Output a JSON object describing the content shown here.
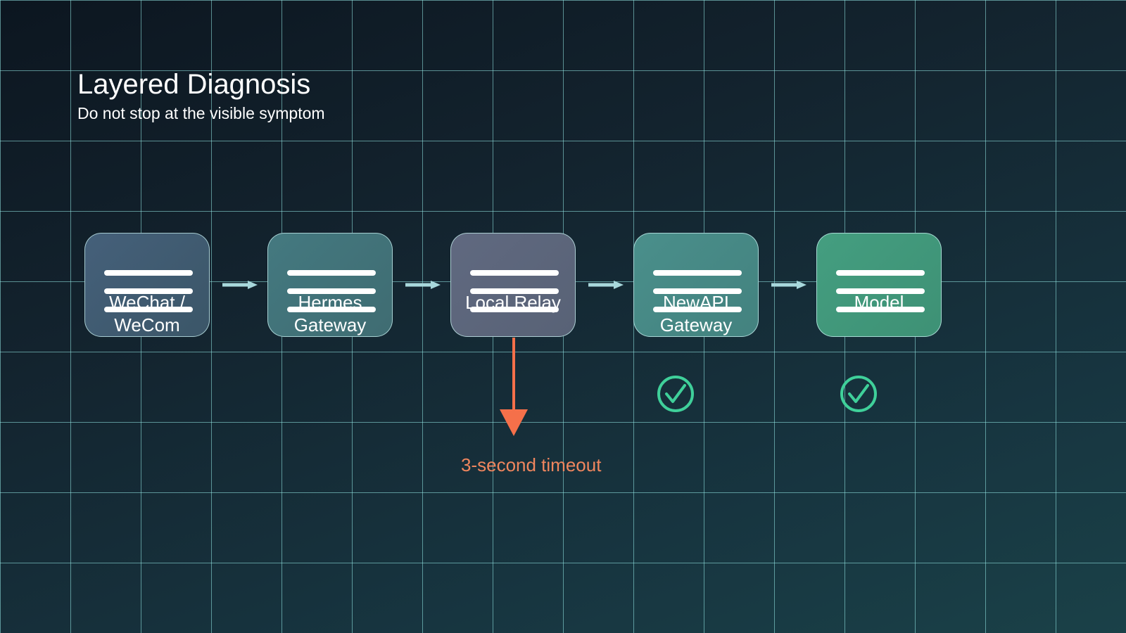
{
  "header": {
    "title": "Layered Diagnosis",
    "subtitle": "Do not stop at the visible symptom"
  },
  "nodes": [
    {
      "label": "WeChat / WeCom",
      "status": "none",
      "icon": "list-icon"
    },
    {
      "label": "Hermes Gateway",
      "status": "none",
      "icon": "list-icon"
    },
    {
      "label": "Local Relay",
      "status": "failure",
      "icon": "list-icon"
    },
    {
      "label": "NewAPI Gateway",
      "status": "ok",
      "icon": "list-icon"
    },
    {
      "label": "Model",
      "status": "ok",
      "icon": "list-icon"
    }
  ],
  "failure": {
    "label": "3-second timeout",
    "at_node": "Local Relay",
    "icon": "arrow-down-icon"
  },
  "status_icons": {
    "ok": "check-circle-icon"
  },
  "colors": {
    "background": "#13232e",
    "grid": "#96ebe8",
    "connector": "#a8d8dc",
    "failure": "#f5704a",
    "failure_text": "#f0865e",
    "ok": "#3fd09a",
    "node_client": "#45607a",
    "node_gateway": "#447980",
    "node_relay": "#606980",
    "node_newapi": "#4a8f8b",
    "node_model": "#449e80"
  }
}
